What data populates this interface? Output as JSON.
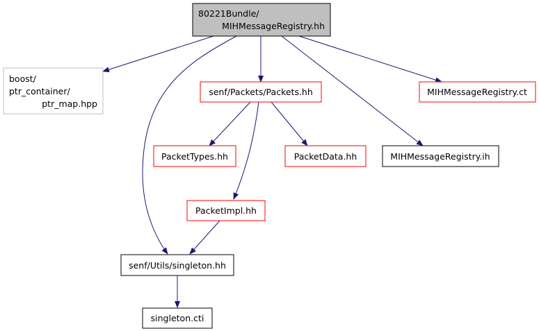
{
  "colors": {
    "edge": "#191970",
    "root_fill": "#bfbfbf",
    "root_border": "#000000",
    "documented_border": "#000000",
    "partial_border": "#ff0000",
    "external_border": "#bfbfbf",
    "node_fill": "#ffffff"
  },
  "nodes": {
    "root": {
      "line1": "80221Bundle/",
      "line2": "MIHMessageRegistry.hh"
    },
    "boost": {
      "line1": "boost/",
      "line2": "ptr_container/",
      "line3": "ptr_map.hpp"
    },
    "packets": {
      "label": "senf/Packets/Packets.hh"
    },
    "registry_ct": {
      "label": "MIHMessageRegistry.ct"
    },
    "packet_types": {
      "label": "PacketTypes.hh"
    },
    "packet_data": {
      "label": "PacketData.hh"
    },
    "registry_ih": {
      "label": "MIHMessageRegistry.ih"
    },
    "packet_impl": {
      "label": "PacketImpl.hh"
    },
    "singleton": {
      "label": "senf/Utils/singleton.hh"
    },
    "singleton_cti": {
      "label": "singleton.cti"
    }
  }
}
